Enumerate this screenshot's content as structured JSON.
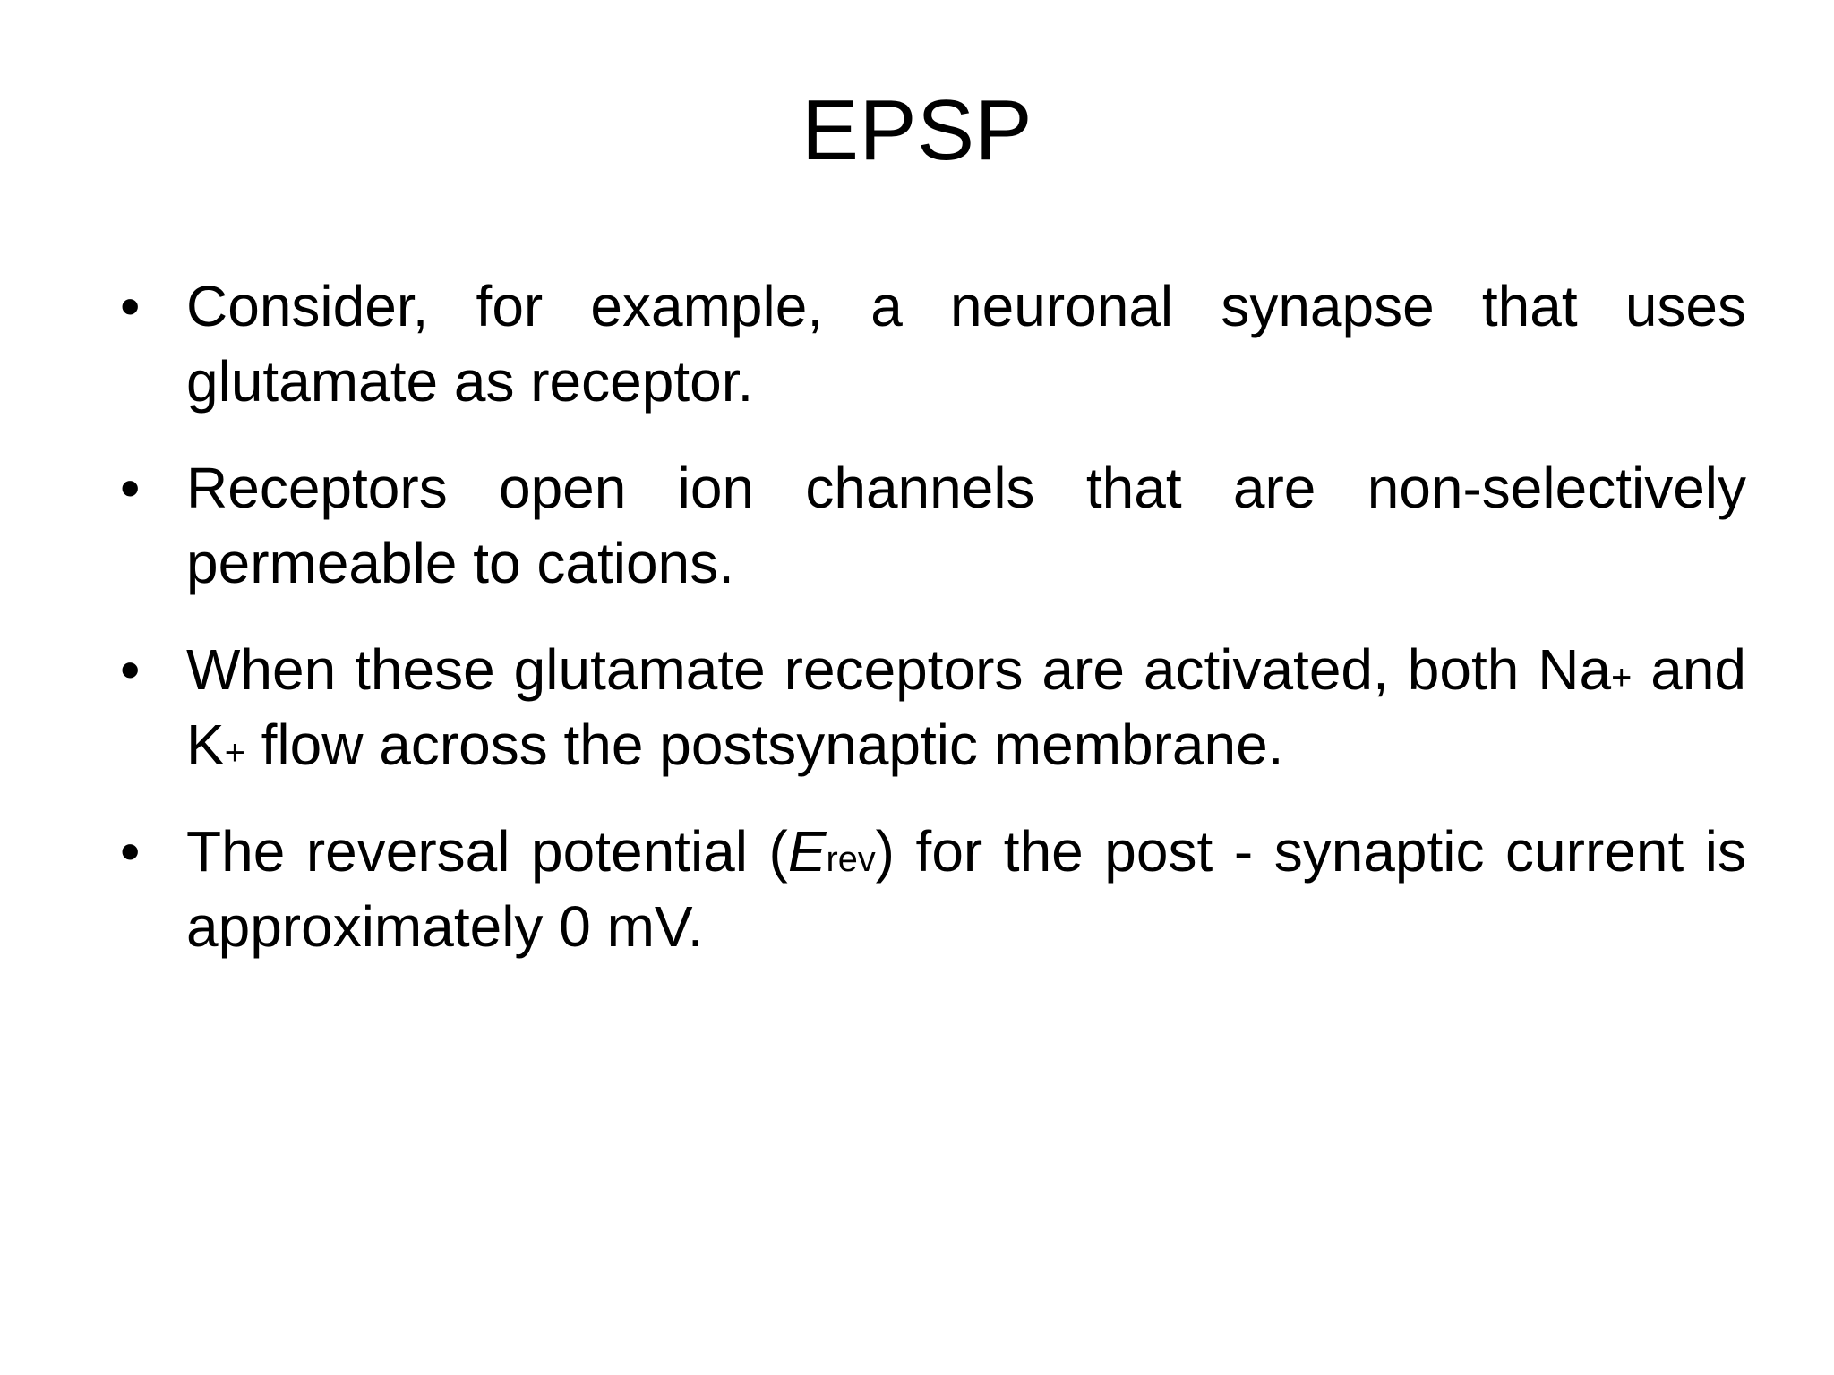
{
  "slide": {
    "title": "EPSP",
    "background_color": "#FFFFFF",
    "text_color": "#000000",
    "bullet_glyph": "•",
    "bullets": [
      {
        "id": "bullet-1",
        "text": "Consider, for example, a neuronal synapse that uses glutamate as receptor."
      },
      {
        "id": "bullet-2",
        "text": "Receptors open ion channels that are non-selectively permeable to cations."
      },
      {
        "id": "bullet-3",
        "lead": "When these glutamate receptors are activated, both Na",
        "sup1": "+",
        "mid": " and K",
        "sup2": "+",
        "tail": " flow across the postsynaptic membrane."
      },
      {
        "id": "bullet-4",
        "lead": "The reversal potential (",
        "symbol": "E",
        "subscript": "rev",
        "tail": ") for the post - synaptic current is approximately 0 mV."
      }
    ]
  }
}
